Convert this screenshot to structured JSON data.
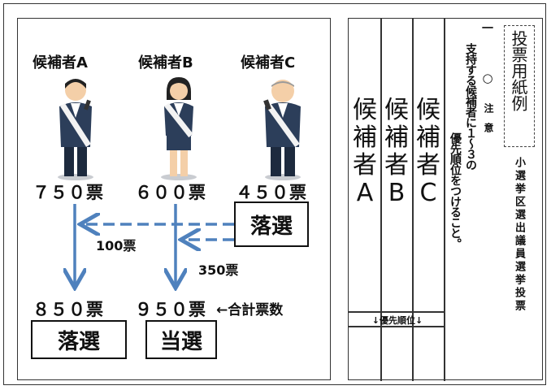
{
  "candidates": [
    {
      "label": "候補者A",
      "votes": "７５０票",
      "total": "８５０票"
    },
    {
      "label": "候補者B",
      "votes": "６００票",
      "total": "９５０票"
    },
    {
      "label": "候補者C",
      "votes": "４５０票"
    }
  ],
  "loser_box": "落選",
  "transfer_100": "100票",
  "transfer_350": "350票",
  "total_label": "←合計票数",
  "result_a": "落選",
  "result_b": "当選",
  "ballot": {
    "example_label": "投票用紙例",
    "title": "小選挙区選出議員選挙投票",
    "note_mark": "○",
    "note_title": "注意",
    "note_item1_num": "一",
    "note_item1": "支持する候補者に１～３の",
    "note_item2": "優先順位をつけること。",
    "columns": [
      "候補者C",
      "候補者B",
      "候補者A"
    ],
    "priority_label": "↓優先順位↓"
  },
  "colors": {
    "arrow": "#4f81bd",
    "border": "#333333"
  }
}
